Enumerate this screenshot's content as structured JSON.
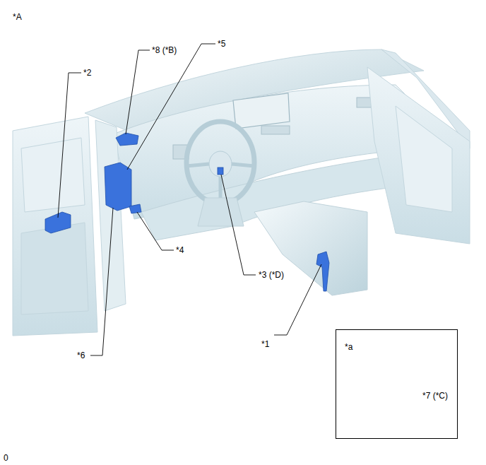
{
  "diagram": {
    "nodes": [
      {
        "text": [
          "*a",
          "*7 (*C)"
        ]
      }
    ],
    "labels": [
      "*A",
      "*8 (*B)",
      "*5",
      "*2",
      "*4",
      "*3 (*D)",
      "*1",
      "*6",
      "0"
    ]
  }
}
